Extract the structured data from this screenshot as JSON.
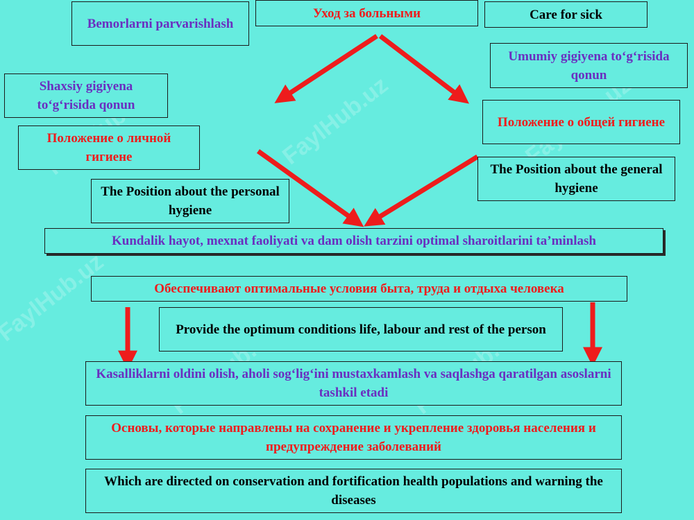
{
  "watermark": "FaylHub.uz",
  "colors": {
    "background": "#66ecdf",
    "arrow": "#ee1c1c",
    "uzbek_text": "#6a2fc0",
    "russian_text": "#ee1c1c",
    "english_text": "#000000"
  },
  "top": {
    "uz": "Bemorlarni parvarishlash",
    "ru": "Уход за больными",
    "en": "Care for sick"
  },
  "left": {
    "uz": "Shaxsiy gigiyena to‘g‘risida qonun",
    "ru": "Положение о личной гигиене",
    "en": "The Position about the personal hygiene"
  },
  "right": {
    "uz": "Umumiy gigiyena to‘g‘risida qonun",
    "ru": "Положение о  общей гигиене",
    "en": "The Position about the general hygiene"
  },
  "middle": {
    "uz": "Kundalik hayot, mexnat faoliyati va dam olish tarzini optimal sharoitlarini ta’minlash",
    "ru": "Обеспечивают оптимальные условия быта, труда и отдыха человека",
    "en": "Provide the optimum conditions life, labour and rest of the person"
  },
  "bottom": {
    "uz": "Kasalliklarni oldini olish, aholi sog‘lig‘ini mustaxkamlash va saqlashga qaratilgan asoslarni tashkil etadi",
    "ru": "Основы, которые направлены на сохранение и укрепление здоровья населения и предупреждение заболеваний",
    "en": "Which are directed on conservation and fortification health populations and warning the diseases"
  }
}
